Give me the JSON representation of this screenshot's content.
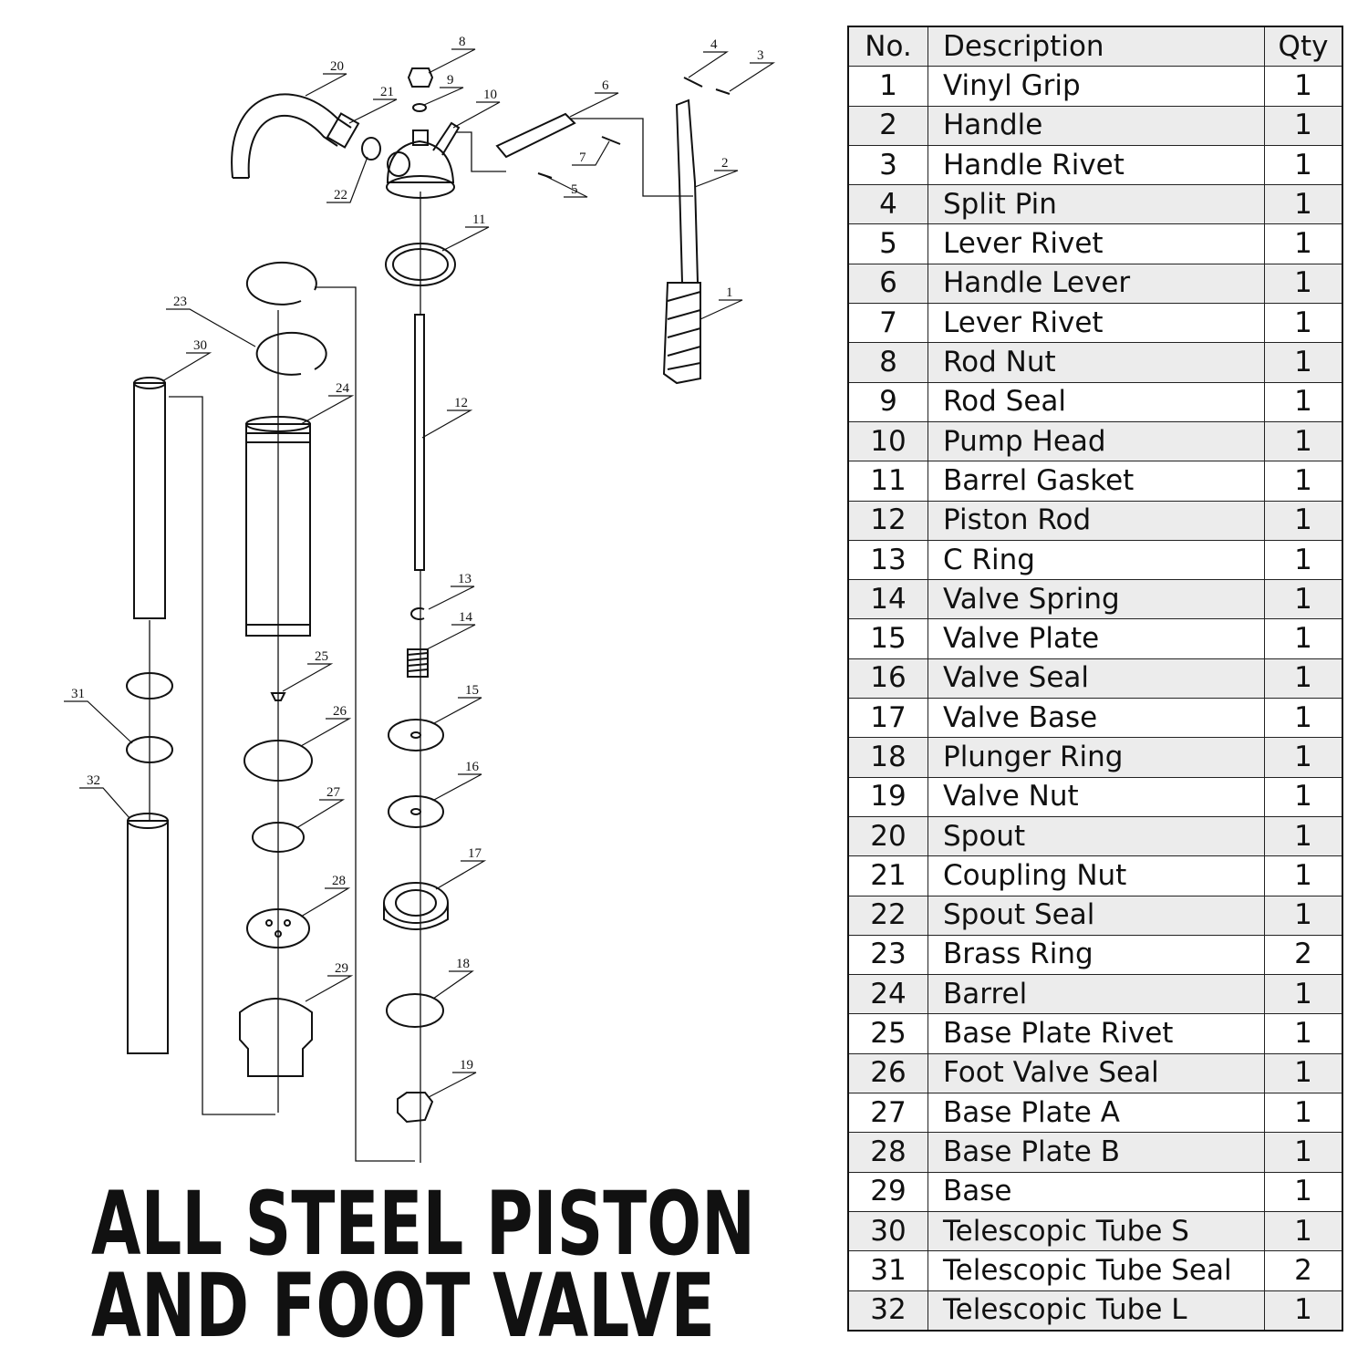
{
  "title": {
    "line1": "ALL STEEL PISTON",
    "line2": "AND FOOT VALVE"
  },
  "table": {
    "headers": {
      "no": "No.",
      "description": "Description",
      "qty": "Qty"
    },
    "rows": [
      {
        "no": "1",
        "description": "Vinyl Grip",
        "qty": "1"
      },
      {
        "no": "2",
        "description": "Handle",
        "qty": "1"
      },
      {
        "no": "3",
        "description": "Handle Rivet",
        "qty": "1"
      },
      {
        "no": "4",
        "description": "Split Pin",
        "qty": "1"
      },
      {
        "no": "5",
        "description": "Lever Rivet",
        "qty": "1"
      },
      {
        "no": "6",
        "description": "Handle Lever",
        "qty": "1"
      },
      {
        "no": "7",
        "description": "Lever Rivet",
        "qty": "1"
      },
      {
        "no": "8",
        "description": "Rod Nut",
        "qty": "1"
      },
      {
        "no": "9",
        "description": "Rod Seal",
        "qty": "1"
      },
      {
        "no": "10",
        "description": "Pump Head",
        "qty": "1"
      },
      {
        "no": "11",
        "description": "Barrel Gasket",
        "qty": "1"
      },
      {
        "no": "12",
        "description": "Piston Rod",
        "qty": "1"
      },
      {
        "no": "13",
        "description": "C Ring",
        "qty": "1"
      },
      {
        "no": "14",
        "description": "Valve Spring",
        "qty": "1"
      },
      {
        "no": "15",
        "description": "Valve Plate",
        "qty": "1"
      },
      {
        "no": "16",
        "description": "Valve Seal",
        "qty": "1"
      },
      {
        "no": "17",
        "description": "Valve Base",
        "qty": "1"
      },
      {
        "no": "18",
        "description": "Plunger Ring",
        "qty": "1"
      },
      {
        "no": "19",
        "description": "Valve Nut",
        "qty": "1"
      },
      {
        "no": "20",
        "description": "Spout",
        "qty": "1"
      },
      {
        "no": "21",
        "description": "Coupling Nut",
        "qty": "1"
      },
      {
        "no": "22",
        "description": "Spout Seal",
        "qty": "1"
      },
      {
        "no": "23",
        "description": "Brass Ring",
        "qty": "2"
      },
      {
        "no": "24",
        "description": "Barrel",
        "qty": "1"
      },
      {
        "no": "25",
        "description": "Base Plate Rivet",
        "qty": "1"
      },
      {
        "no": "26",
        "description": "Foot Valve Seal",
        "qty": "1"
      },
      {
        "no": "27",
        "description": "Base Plate A",
        "qty": "1"
      },
      {
        "no": "28",
        "description": "Base Plate B",
        "qty": "1"
      },
      {
        "no": "29",
        "description": "Base",
        "qty": "1"
      },
      {
        "no": "30",
        "description": "Telescopic Tube S",
        "qty": "1"
      },
      {
        "no": "31",
        "description": "Telescopic Tube Seal",
        "qty": "2"
      },
      {
        "no": "32",
        "description": "Telescopic Tube L",
        "qty": "1"
      }
    ]
  },
  "diagram": {
    "callouts": [
      "8",
      "20",
      "9",
      "21",
      "10",
      "6",
      "4",
      "3",
      "2",
      "7",
      "5",
      "22",
      "11",
      "1",
      "23",
      "30",
      "24",
      "12",
      "13",
      "14",
      "25",
      "15",
      "31",
      "26",
      "16",
      "32",
      "27",
      "17",
      "28",
      "18",
      "29",
      "19"
    ]
  }
}
